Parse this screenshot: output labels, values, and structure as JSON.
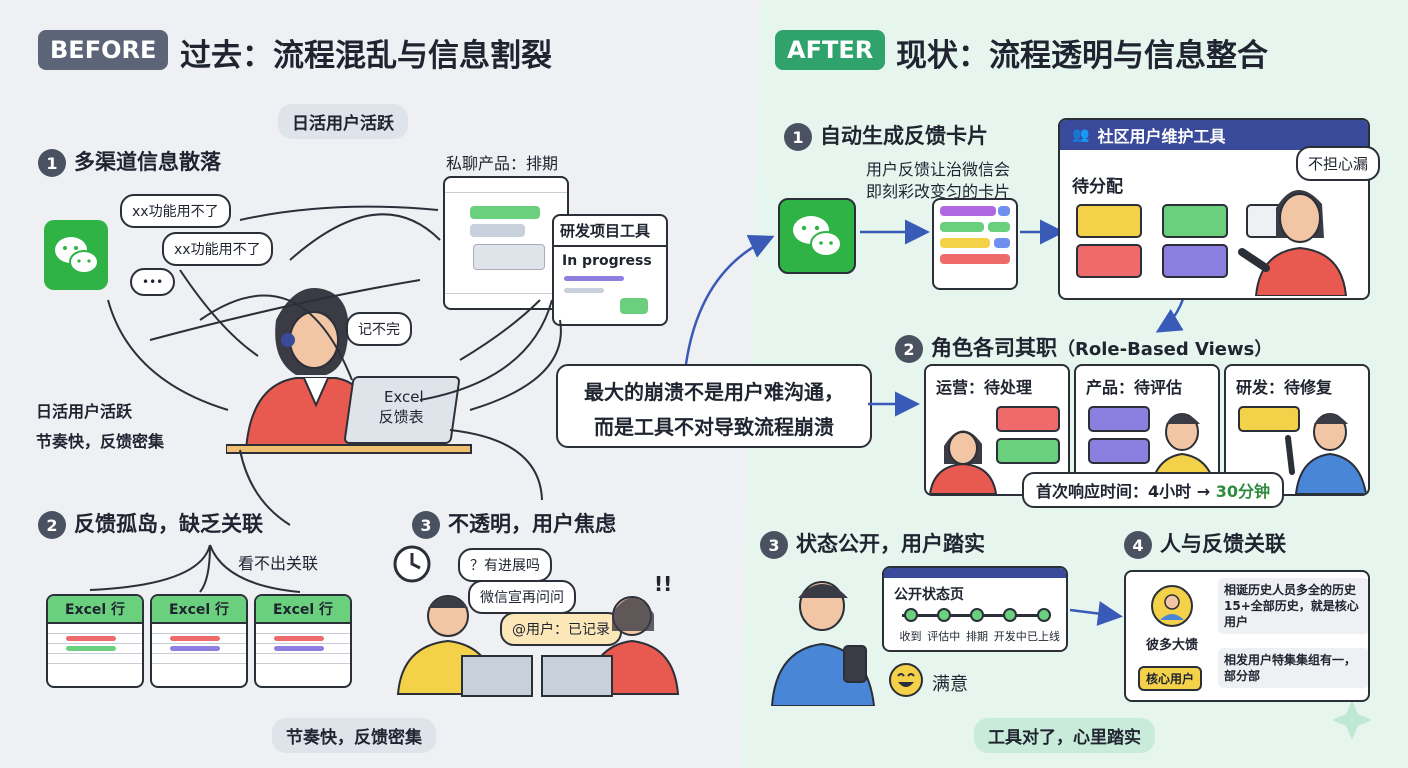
{
  "before": {
    "badge": "BEFORE",
    "title": "过去：流程混乱与信息割裂",
    "top_pill": "日活用户活跃",
    "s1_num": "1",
    "s1_title": "多渠道信息散落",
    "bubble1": "xx功能用不了",
    "bubble2": "xx功能用不了",
    "dots": "•••",
    "private_chat_label": "私聊产品：排期",
    "dev_tool_title": "研发项目工具",
    "dev_tool_status": "In progress",
    "think_bubble": "记不完",
    "excel_line1": "Excel",
    "excel_line2": "反馈表",
    "left_label1": "日活用户活跃",
    "left_label2": "节奏快，反馈密集",
    "s2_num": "2",
    "s2_title": "反馈孤岛，缺乏关联",
    "no_relation": "看不出关联",
    "excel_rows": [
      "Excel 行",
      "Excel 行",
      "Excel 行"
    ],
    "s3_num": "3",
    "s3_title": "不透明，用户焦虑",
    "q_bubble": "？有进展吗",
    "wx_bubble": "微信宣再问问",
    "reply_bubble": "@用户：已记录",
    "exclaim": "!!",
    "bottom_pill": "节奏快，反馈密集"
  },
  "center": {
    "line1": "最大的崩溃不是用户难沟通，",
    "line2": "而是工具不对导致流程崩溃"
  },
  "after": {
    "badge": "AFTER",
    "title": "现状：流程透明与信息整合",
    "s1_num": "1",
    "s1_title": "自动生成反馈卡片",
    "s1_desc1": "用户反馈让治微信会",
    "s1_desc2": "即刻彩改变匀的卡片",
    "tool_title": "社区用户维护工具",
    "pending": "待分配",
    "no_worry": "不担心漏",
    "s2_num": "2",
    "s2_title": "角色各司其职",
    "s2_sub": "（Role-Based Views）",
    "roles": [
      "运营：待处理",
      "产品：待评估",
      "研发：待修复"
    ],
    "response_label": "首次响应时间：4小时 →",
    "response_value": "30分钟",
    "s3_num": "3",
    "s3_title": "状态公开，用户踏实",
    "status_page_title": "公开状态页",
    "status_steps": [
      "收到",
      "评估中",
      "排期",
      "开发中",
      "已上线"
    ],
    "smile_label": "满意",
    "s4_num": "4",
    "s4_title": "人与反馈关联",
    "user_name": "彼多大馈",
    "core_tag": "核心用户",
    "info1": "相诞历史人员多全的历史 15+全部历史，就是核心用户",
    "info2": "相发用户特集集组有一，部分部",
    "bottom_pill": "工具对了，心里踏实"
  },
  "colors": {
    "before_bg": "#eef0f3",
    "after_bg": "#e6f6ee",
    "wechat": "#2fb344",
    "yellow": "#f3d24a",
    "green": "#6bd07e",
    "purple": "#8c7fe0",
    "red": "#ef6b6b",
    "blue_header": "#3a4a9a",
    "accent_green": "#2e8b3e"
  },
  "icons": [
    "wechat-icon",
    "clock-icon",
    "users-icon",
    "smile-icon",
    "sparkle-icon",
    "laptop-icon"
  ]
}
